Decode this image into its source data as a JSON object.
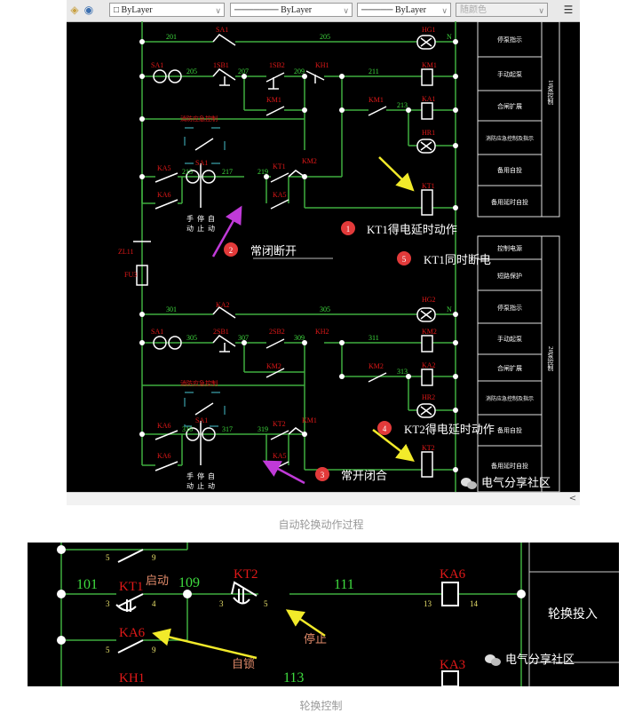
{
  "toolbar": {
    "icons": [
      "layers-icon",
      "layer-state-icon"
    ],
    "color_select": "ByLayer",
    "linetype_select": "ByLayer",
    "lineweight_select": "ByLayer",
    "plotstyle_select": "随颜色",
    "properties_icon": "properties-icon"
  },
  "figure1": {
    "caption": "自动轮换动作过程",
    "wire_labels": [
      "201",
      "205",
      "205",
      "207",
      "209",
      "211",
      "213",
      "215",
      "217",
      "219",
      "301",
      "305",
      "305",
      "307",
      "309",
      "311",
      "313",
      "316",
      "317",
      "319",
      "N",
      "N"
    ],
    "device_labels": {
      "upper": [
        "SA1",
        "SA1",
        "1SB1",
        "1SB2",
        "KH1",
        "KM1",
        "KM1",
        "KM1",
        "HG1",
        "KM1",
        "KA1",
        "HR1",
        "KT1",
        "KA5",
        "KA6",
        "KT1",
        "KA5",
        "KM2",
        "SA1",
        "ZL11"
      ],
      "lower": [
        "KA2",
        "SA1",
        "2SB1",
        "2SB2",
        "KH2",
        "KM2",
        "KM2",
        "KM2",
        "HG2",
        "KM2",
        "KA2",
        "HR2",
        "KT2",
        "KA6",
        "KA6",
        "KT2",
        "KA5",
        "KM1",
        "SA1",
        "FU3"
      ]
    },
    "box_label": "消防应急控制",
    "switch_positions": [
      "手",
      "停",
      "自"
    ],
    "switch_positions2": [
      "动",
      "止",
      "动"
    ],
    "panel_upper": {
      "title": "1#泵控制",
      "rows": [
        "停泵指示",
        "手动起泵",
        "合闸扩展",
        "消防应急控制及指示",
        "备用自投",
        "备用延时自投"
      ]
    },
    "panel_lower": {
      "title": "2#泵控制",
      "rows": [
        "控制电源",
        "短路保护",
        "停泵指示",
        "手动起泵",
        "合闸扩展",
        "消防应急控制及指示",
        "备用自投",
        "备用延时自投"
      ]
    },
    "annotations": [
      {
        "num": "1",
        "text": "KT1得电延时动作"
      },
      {
        "num": "2",
        "text": "常闭断开"
      },
      {
        "num": "3",
        "text": "常开闭合"
      },
      {
        "num": "4",
        "text": "KT2得电延时动作"
      },
      {
        "num": "5",
        "text": "KT1同时断电"
      }
    ],
    "watermark": "电气分享社区",
    "scroll_left_label": "<"
  },
  "figure2": {
    "caption": "轮换控制",
    "wire_labels": [
      "101",
      "109",
      "111",
      "113"
    ],
    "device_labels": [
      "KT1",
      "KA6",
      "KH1",
      "KT2",
      "KA6",
      "KA3"
    ],
    "terminals": [
      "5",
      "9",
      "3",
      "4",
      "5",
      "9",
      "3",
      "5",
      "13",
      "14"
    ],
    "annotations": [
      "启动",
      "停止",
      "自锁"
    ],
    "panel_row": "轮换投入",
    "watermark": "电气分享社区"
  },
  "colors": {
    "wire": "#3fae3f",
    "device_label": "#e01818",
    "wire_label": "#3fdc3f",
    "terminal": "#e8e06a",
    "yellow_arrow": "#f2ea2a",
    "magenta_arrow": "#c03ad8",
    "badge": "#e23a3a",
    "annotation_brown": "#e08a6a"
  }
}
